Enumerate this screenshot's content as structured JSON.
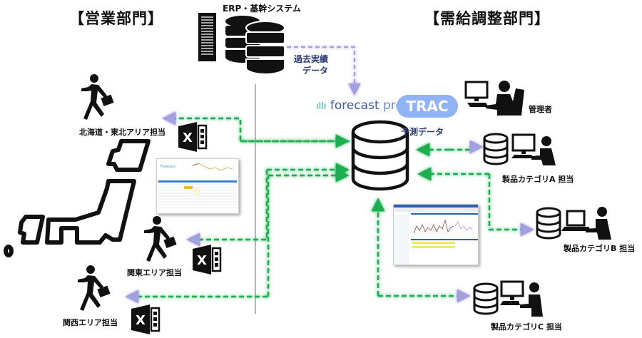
{
  "departments": {
    "sales": "【営業部門】",
    "supply_demand": "【需給調整部門】"
  },
  "systems": {
    "erp_label": "ERP・基幹システム",
    "history_label_line1": "過去実績",
    "history_label_line2": "データ",
    "forecast_pro_brand": "forecast",
    "forecast_pro_suffix": "pro",
    "trac_badge": "TRAC",
    "forecast_data_label": "予測データ"
  },
  "sales_reps": [
    {
      "label": "北海道・東北アリア担当",
      "icon": "walking-person-briefcase-icon",
      "file_icon": "excel-icon"
    },
    {
      "label": "関東エリア担当",
      "icon": "walking-person-briefcase-icon",
      "file_icon": "excel-icon"
    },
    {
      "label": "関西エリア担当",
      "icon": "walking-person-briefcase-icon",
      "file_icon": "excel-icon"
    }
  ],
  "planners": [
    {
      "label": "管理者",
      "icon": "person-at-computer-icon"
    },
    {
      "label": "製品カテゴリA 担当",
      "icon": "person-at-computer-icon",
      "db_icon": "database-icon"
    },
    {
      "label": "製品カテゴリB 担当",
      "icon": "person-at-computer-icon",
      "db_icon": "database-icon"
    },
    {
      "label": "製品カテゴリC 担当",
      "icon": "person-at-computer-icon",
      "db_icon": "database-icon"
    }
  ],
  "colors": {
    "flow_green": "#1fae4f",
    "flow_glow": "#9ff0c4",
    "history_purple": "#a99be8",
    "trac_blue": "#8fb3f5",
    "label_navy": "#2c3e7a",
    "divider_gray": "#b5b5b5"
  }
}
